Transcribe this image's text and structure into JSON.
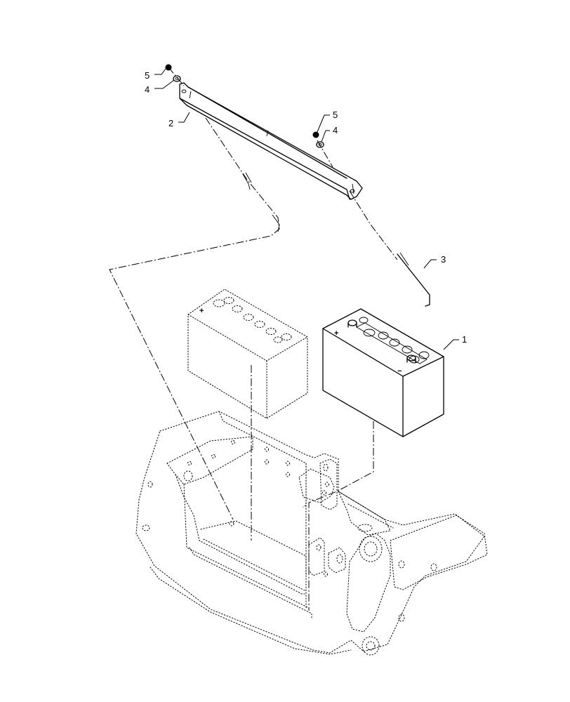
{
  "callouts": {
    "battery": "1",
    "hold_down_bar": "2",
    "j_bolt": "3",
    "washer_left": "4",
    "nut_left": "5",
    "washer_right": "4",
    "nut_right": "5"
  },
  "battery_terminals": {
    "positive": "+",
    "negative": "−"
  },
  "line_color": "#000000",
  "background_color": "#ffffff"
}
